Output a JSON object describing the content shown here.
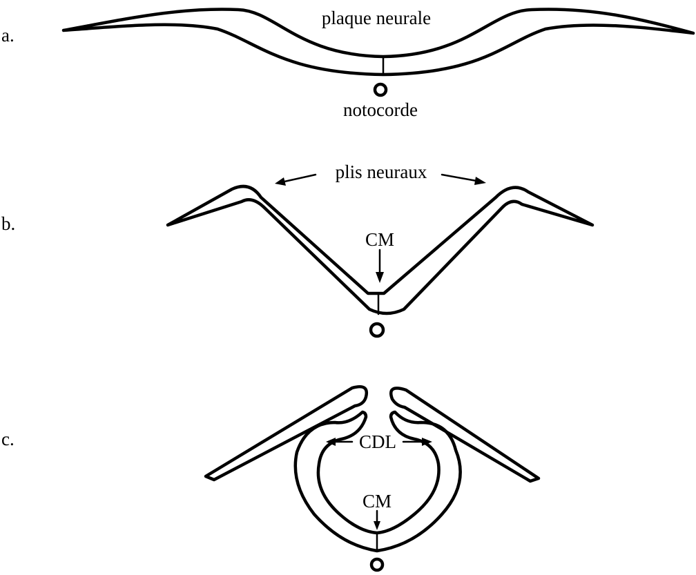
{
  "panels": {
    "a": {
      "letter": "a.",
      "label_top": "plaque neurale",
      "label_bottom": "notocorde"
    },
    "b": {
      "letter": "b.",
      "label_folds": "plis neuraux",
      "label_cm": "CM"
    },
    "c": {
      "letter": "c.",
      "label_cdl": "CDL",
      "label_cm": "CM"
    }
  }
}
